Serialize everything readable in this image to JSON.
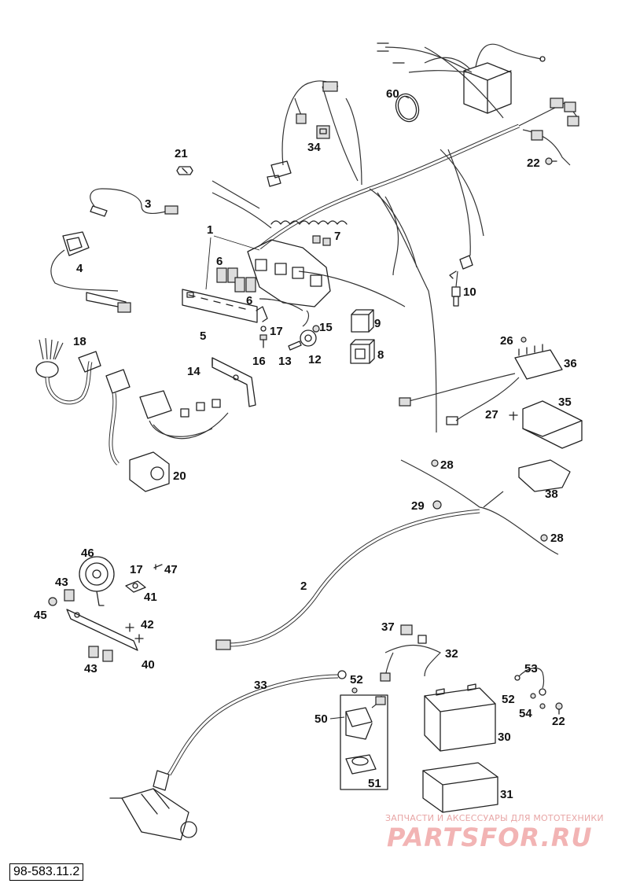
{
  "diagram_code": "98-583.11.2",
  "callouts": [
    "60",
    "34",
    "21",
    "22",
    "3",
    "1",
    "7",
    "6",
    "6",
    "4",
    "10",
    "9",
    "8",
    "5",
    "17",
    "15",
    "16",
    "13",
    "12",
    "18",
    "26",
    "36",
    "14",
    "35",
    "27",
    "20",
    "28",
    "38",
    "29",
    "28",
    "46",
    "17",
    "47",
    "41",
    "43",
    "45",
    "42",
    "2",
    "43",
    "40",
    "37",
    "32",
    "53",
    "33",
    "52",
    "52",
    "54",
    "22",
    "50",
    "30",
    "51",
    "31"
  ],
  "watermark": {
    "subtitle": "ЗАПЧАСТИ И АКСЕССУАРЫ ДЛЯ МОТОТЕХНИКИ",
    "logo": "PARTSFOR.RU"
  }
}
